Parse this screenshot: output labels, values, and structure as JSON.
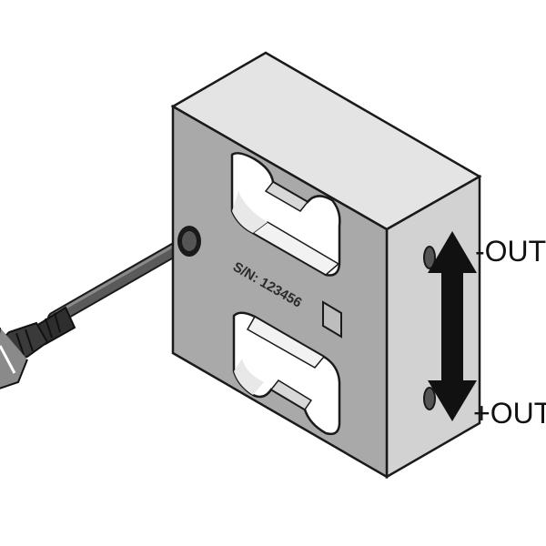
{
  "serial_marking": "S/N: 123456",
  "labels": {
    "minus_out": "-OUT",
    "plus_out": "+OUT"
  },
  "colors": {
    "top_face": "#e4e4e4",
    "front_face": "#a9a9a9",
    "side_face": "#d2d2d2",
    "cutout_inner": "#f4f4f4",
    "outline": "#1a1a1a",
    "cable": "#4a4a4a",
    "arrow": "#111111"
  }
}
